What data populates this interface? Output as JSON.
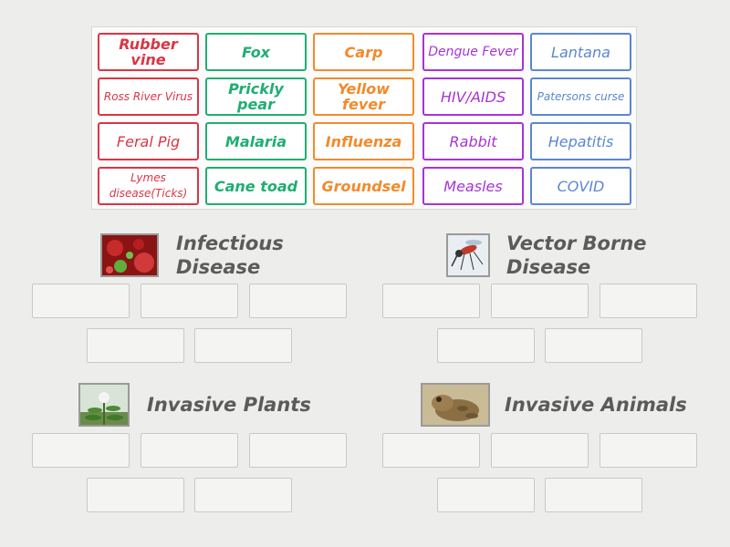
{
  "bank": {
    "rows": [
      [
        {
          "label": "Rubber vine",
          "color": "red",
          "size": "lg"
        },
        {
          "label": "Fox",
          "color": "green",
          "size": "lg"
        },
        {
          "label": "Carp",
          "color": "orange",
          "size": "lg"
        },
        {
          "label": "Dengue Fever",
          "color": "purple",
          "size": "md"
        },
        {
          "label": "Lantana",
          "color": "blue",
          "size": "lg"
        }
      ],
      [
        {
          "label": "Ross River Virus",
          "color": "red",
          "size": "sm"
        },
        {
          "label": "Prickly pear",
          "color": "green",
          "size": "lg"
        },
        {
          "label": "Yellow fever",
          "color": "orange",
          "size": "lg"
        },
        {
          "label": "HIV/AIDS",
          "color": "purple",
          "size": "lg"
        },
        {
          "label": "Patersons curse",
          "color": "blue",
          "size": "sm"
        }
      ],
      [
        {
          "label": "Feral Pig",
          "color": "red",
          "size": "lg"
        },
        {
          "label": "Malaria",
          "color": "green",
          "size": "lg"
        },
        {
          "label": "Influenza",
          "color": "orange",
          "size": "lg"
        },
        {
          "label": "Rabbit",
          "color": "purple",
          "size": "lg"
        },
        {
          "label": "Hepatitis",
          "color": "blue",
          "size": "lg"
        }
      ],
      [
        {
          "label": "Lymes disease(Ticks)",
          "color": "red",
          "size": "sm"
        },
        {
          "label": "Cane toad",
          "color": "green",
          "size": "lg"
        },
        {
          "label": "Groundsel",
          "color": "orange",
          "size": "lg"
        },
        {
          "label": "Measles",
          "color": "purple",
          "size": "lg"
        },
        {
          "label": "COVID",
          "color": "blue",
          "size": "lg"
        }
      ]
    ]
  },
  "groups": {
    "infectious": {
      "title_line1": "Infectious",
      "title_line2": "Disease",
      "image": "virus-cells-image"
    },
    "vector": {
      "title_line1": "Vector Borne",
      "title_line2": "Disease",
      "image": "mosquito-image"
    },
    "plants": {
      "title": "Invasive Plants",
      "image": "plant-image"
    },
    "animals": {
      "title": "Invasive Animals",
      "image": "cane-toad-image"
    }
  },
  "colors": {
    "red": "#dc3545",
    "green": "#1fae72",
    "orange": "#f28a2c",
    "purple": "#a833d6",
    "blue": "#5b86d4"
  }
}
